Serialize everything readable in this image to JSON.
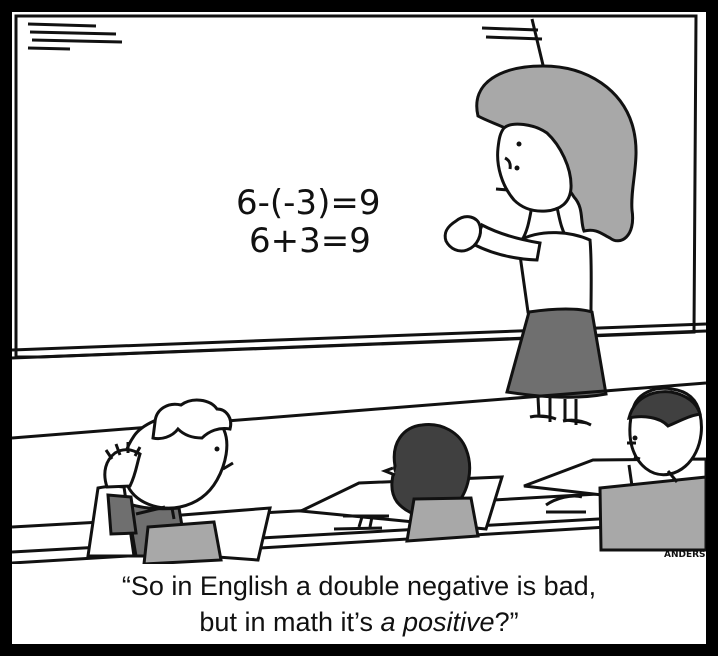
{
  "cartoon": {
    "board": {
      "equation_1": "6-(-3)=9",
      "equation_2": "6+3=9"
    },
    "signature": "ANDERSON",
    "caption": {
      "line_1": "“So in English a double negative is bad,",
      "line_2_plain": "but in math it’s ",
      "line_2_italic": "a positive",
      "line_2_end": "?”"
    },
    "colors": {
      "border": "#000000",
      "board": "#ffffff",
      "ink": "#111111",
      "gray_fill": "#a8a8a8",
      "dark_gray_fill": "#6f6f6f",
      "hair": "#777777",
      "dark_hair": "#404040"
    }
  }
}
